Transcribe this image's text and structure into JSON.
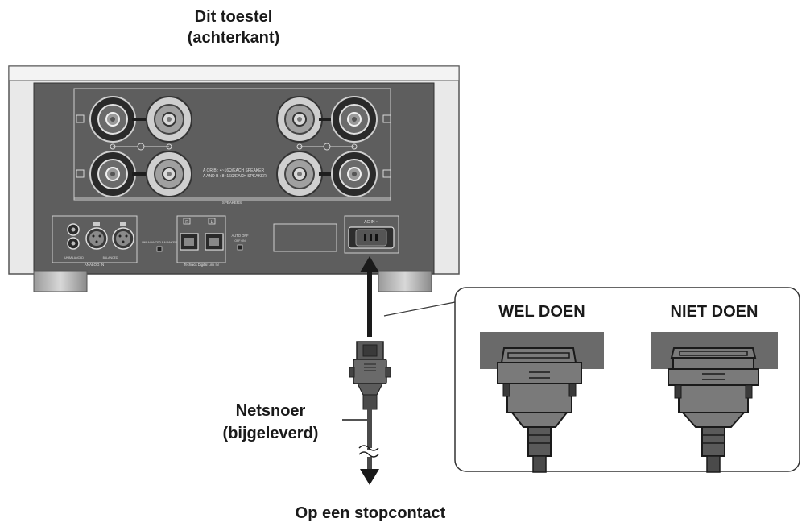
{
  "title": {
    "line1": "Dit toestel",
    "line2": "(achterkant)"
  },
  "panel": {
    "speaker_label": "SPEAKERS",
    "impedance_line1": "A OR B : 4~16Ω/EACH SPEAKER",
    "impedance_line2": "A AND B : 8~16Ω/EACH SPEAKER",
    "analog_in_label": "ANALOG IN",
    "unbalanced_label": "UNBALANCED",
    "balanced_label": "BALANCED",
    "switch_label": "UNBALANCED BALANCED",
    "digital_link_label": "Technics Digital Link IN",
    "auto_off_label": "AUTO OFF",
    "auto_off_state": "OFF  ON",
    "ac_in_label": "AC IN ~",
    "r_badge": "R",
    "l_badge": "L"
  },
  "cord": {
    "label_line1": "Netsnoer",
    "label_line2": "(bijgeleverd)"
  },
  "outlet": {
    "label": "Op een stopcontact"
  },
  "comparison": {
    "do_label": "WEL DOEN",
    "dont_label": "NIET DOEN"
  },
  "colors": {
    "panel_dark": "#5e5e5e",
    "chassis_light": "#e6e6e6",
    "black": "#1a1a1a"
  }
}
